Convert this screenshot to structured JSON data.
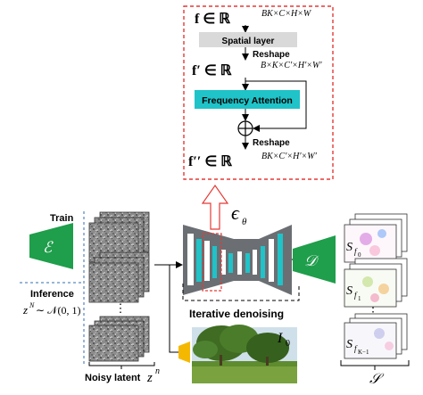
{
  "detail_box": {
    "f": "f ∈ ℝ",
    "f_sup": "BK×C×H×W",
    "spatial_layer": "Spatial layer",
    "reshape_1": "Reshape",
    "f_prime": "f′ ∈ ℝ",
    "f_prime_sup": "B×K×C′×H′×W′",
    "frequency_attention": "Frequency Attention",
    "reshape_2": "Reshape",
    "f_dprime": "f′′ ∈ ℝ",
    "f_dprime_sup": "BK×C′×H′×W′",
    "plus": "+"
  },
  "left": {
    "train": "Train",
    "encoder": "ℰ",
    "inference": "Inference",
    "z_prior": "z",
    "z_prior_sup": "N",
    "z_prior_dist": "∼ 𝒩(0, 1)",
    "dots": "⋮",
    "noisy_latent": "Noisy latent",
    "z_n": "z",
    "z_n_sup": "n"
  },
  "unet": {
    "epsilon": "ϵ",
    "epsilon_sub": "θ",
    "iterative_denoising": "Iterative denoising"
  },
  "image": {
    "label": "I",
    "label_sub": "0"
  },
  "right": {
    "decoder": "𝒟",
    "s0": "S",
    "s0_sub": "f",
    "s0_subsub": "0",
    "s1": "S",
    "s1_sub": "f",
    "s1_subsub": "1",
    "dots": "⋮",
    "sk": "S",
    "sk_sub": "f",
    "sk_subsub": "K−1",
    "set_label": "𝒮"
  },
  "colors": {
    "dashed_red": "#e53935",
    "spatial_gray": "#d9d9d9",
    "teal": "#1fc3c8",
    "green": "#1f9e4b",
    "unet_gray": "#6b6f73",
    "orange": "#f5b800",
    "blue_dash": "#2f6db5"
  }
}
